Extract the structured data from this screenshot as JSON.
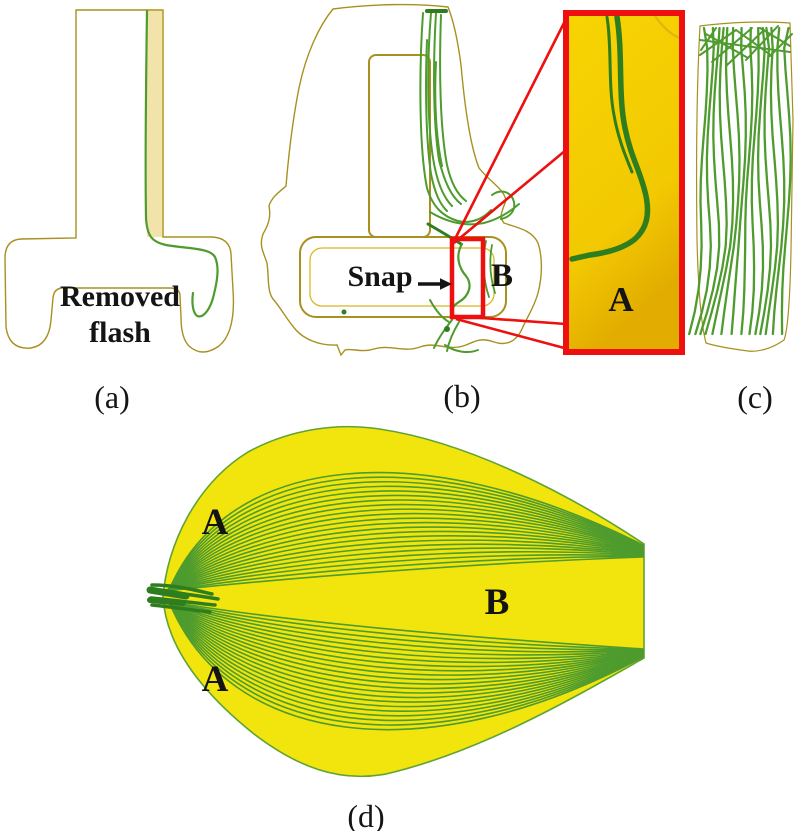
{
  "figure": {
    "panels": {
      "a": {
        "caption": "(a)",
        "annotation_line1": "Removed",
        "annotation_line2": "flash"
      },
      "b": {
        "caption": "(b)",
        "annotation": "Snap",
        "region_label": "B"
      },
      "c": {
        "caption": "(c)"
      },
      "d": {
        "caption": "(d)",
        "label_a_top": "A",
        "label_b": "B",
        "label_a_bottom": "A"
      }
    },
    "inset": {
      "label": "A"
    }
  },
  "colors": {
    "background": "#FFFFFF",
    "yellow_main": "#FBDC04",
    "yellow_shade": "#EDC200",
    "yellow_bright": "#F1E50D",
    "green_line": "#4E9B2E",
    "green_inset": "#3C8F26",
    "green_dark": "#2E7D1F",
    "red_accent": "#EE0F0F",
    "edge_olive": "#A8901F",
    "groove_olive": "#BD9C10",
    "text": "#141414"
  }
}
